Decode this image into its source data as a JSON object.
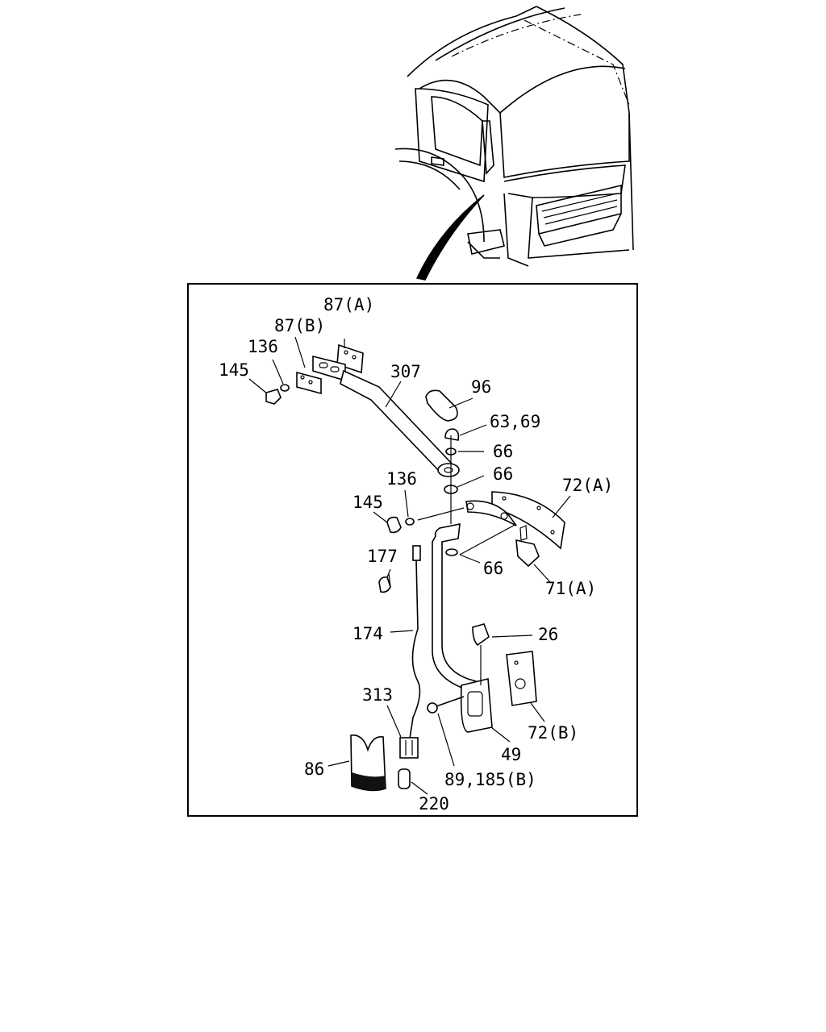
{
  "callouts": {
    "c87a": "87(A)",
    "c87b": "87(B)",
    "c136a": "136",
    "c145a": "145",
    "c307": "307",
    "c96": "96",
    "c6369": "63,69",
    "c66a": "66",
    "c66b": "66",
    "c136b": "136",
    "c145b": "145",
    "c72a": "72(A)",
    "c177": "177",
    "c66c": "66",
    "c71a": "71(A)",
    "c174": "174",
    "c26": "26",
    "c313": "313",
    "c72b": "72(B)",
    "c49": "49",
    "c86": "86",
    "c89185": "89,185(B)",
    "c220": "220"
  }
}
